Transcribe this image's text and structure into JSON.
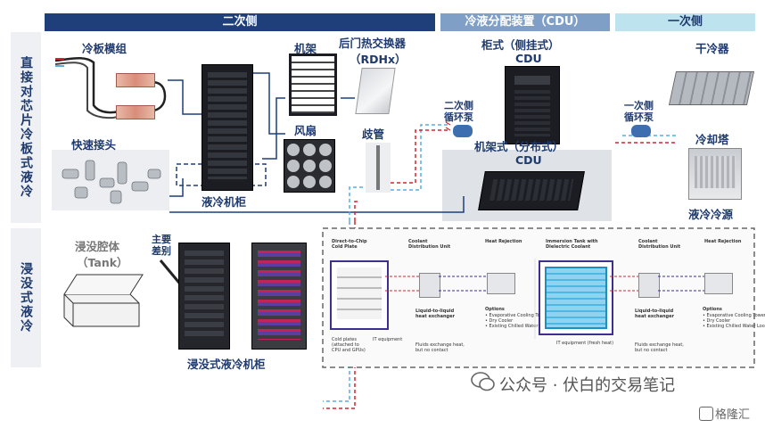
{
  "headers": {
    "secondary": "二次侧",
    "cdu": "冷液分配装置（CDU）",
    "primary": "一次侧"
  },
  "sections": {
    "cold_plate": "直接对芯片冷板式液冷",
    "immersion": "浸没式液冷"
  },
  "labels": {
    "cold_plate_module": "冷板模组",
    "quick_connector": "快速接头",
    "rack_frame": "机架",
    "rear_door_hx": "后门热交换器",
    "rdhx": "（RDHx）",
    "fan": "风扇",
    "manifold": "歧管",
    "liquid_cooling_cabinet": "液冷机柜",
    "cabinet_cdu": "柜式（侧挂式）",
    "cdu_1": "CDU",
    "secondary_pump": "二次侧\n循环泵",
    "rack_cdu": "机架式（分布式）",
    "cdu_2": "CDU",
    "primary_pump": "一次侧\n循环泵",
    "dry_cooler": "干冷器",
    "cooling_tower": "冷却塔",
    "cooling_source": "液冷冷源",
    "immersion_tank": "浸没腔体",
    "tank": "（Tank）",
    "main_difference": "主要\n差别",
    "immersion_cabinet": "浸没式液冷机柜"
  },
  "schematic": {
    "left": {
      "col1_title": "Direct-to-Chip\nCold Plate",
      "col2_title": "Coolant\nDistribution Unit",
      "col3_title": "Heat Rejection",
      "note1": "Cold plates\n(attached to\nCPU and GPUs)",
      "note2": "IT equipment",
      "hx_label": "Liquid-to-liquid\nheat exchanger",
      "hx_note": "Fluids exchange heat,\nbut no contact",
      "options_title": "Options",
      "options": "• Evaporative Cooling Tower\n• Dry Cooler\n• Existing Chilled Water Loop"
    },
    "right": {
      "col1_title": "Immersion Tank with\nDielectric Coolant",
      "col2_title": "Coolant\nDistribution Unit",
      "col3_title": "Heat Rejection",
      "note1": "IT equipment (fresh heat)",
      "hx_label": "Liquid-to-liquid\nheat exchanger",
      "hx_note": "Fluids exchange heat,\nbut no contact",
      "options_title": "Options",
      "options": "• Evaporative Cooling Tower\n• Dry Cooler\n• Existing Chilled Water Loop"
    }
  },
  "watermark": {
    "text": "公众号 · 伏白的交易笔记",
    "brand": "格隆汇"
  },
  "colors": {
    "header_secondary": "#1f3f7a",
    "header_cdu": "#7f9fc7",
    "header_primary": "#bde3ef",
    "text": "#1e3a6e",
    "red_line": "#d0262f",
    "blue_line": "#5aaee0",
    "navy_line": "#1f3f7a"
  }
}
